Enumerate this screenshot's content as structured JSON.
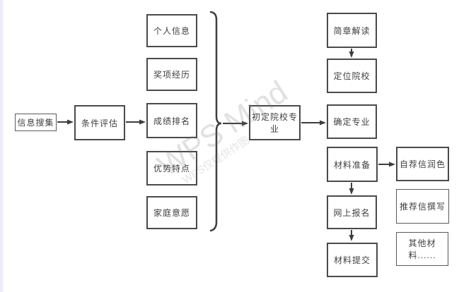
{
  "watermark": {
    "brand": "WPS Mind",
    "note": "WPS仅提供作图"
  },
  "colors": {
    "box_border": "#4a4a4a",
    "connector": "#3d3d3d",
    "text": "#3f3f3f",
    "left_strip": "#ecebf7",
    "background": "#ffffff"
  },
  "nodes": [
    {
      "id": "info-collect",
      "label": "信息搜集"
    },
    {
      "id": "condition-evaluation",
      "label": "条件评估"
    },
    {
      "id": "personal-info",
      "label": "个人信息"
    },
    {
      "id": "awards-experience",
      "label": "奖项经历"
    },
    {
      "id": "grade-ranking",
      "label": "成绩排名"
    },
    {
      "id": "strengths",
      "label": "优势特点"
    },
    {
      "id": "family-wishes",
      "label": "家庭意愿"
    },
    {
      "id": "preliminary-school-major",
      "label": "初定院校专业"
    },
    {
      "id": "brochure-interpretation",
      "label": "简章解读"
    },
    {
      "id": "school-positioning",
      "label": "定位院校"
    },
    {
      "id": "confirm-major",
      "label": "确定专业"
    },
    {
      "id": "material-preparation",
      "label": "材料准备"
    },
    {
      "id": "online-registration",
      "label": "网上报名"
    },
    {
      "id": "material-submission",
      "label": "材料提交"
    },
    {
      "id": "self-letter-polishing",
      "label": "自荐信润色"
    },
    {
      "id": "rec-letter-writing",
      "label": "推荐信撰写"
    },
    {
      "id": "other-materials",
      "label": "其他材料......"
    }
  ]
}
